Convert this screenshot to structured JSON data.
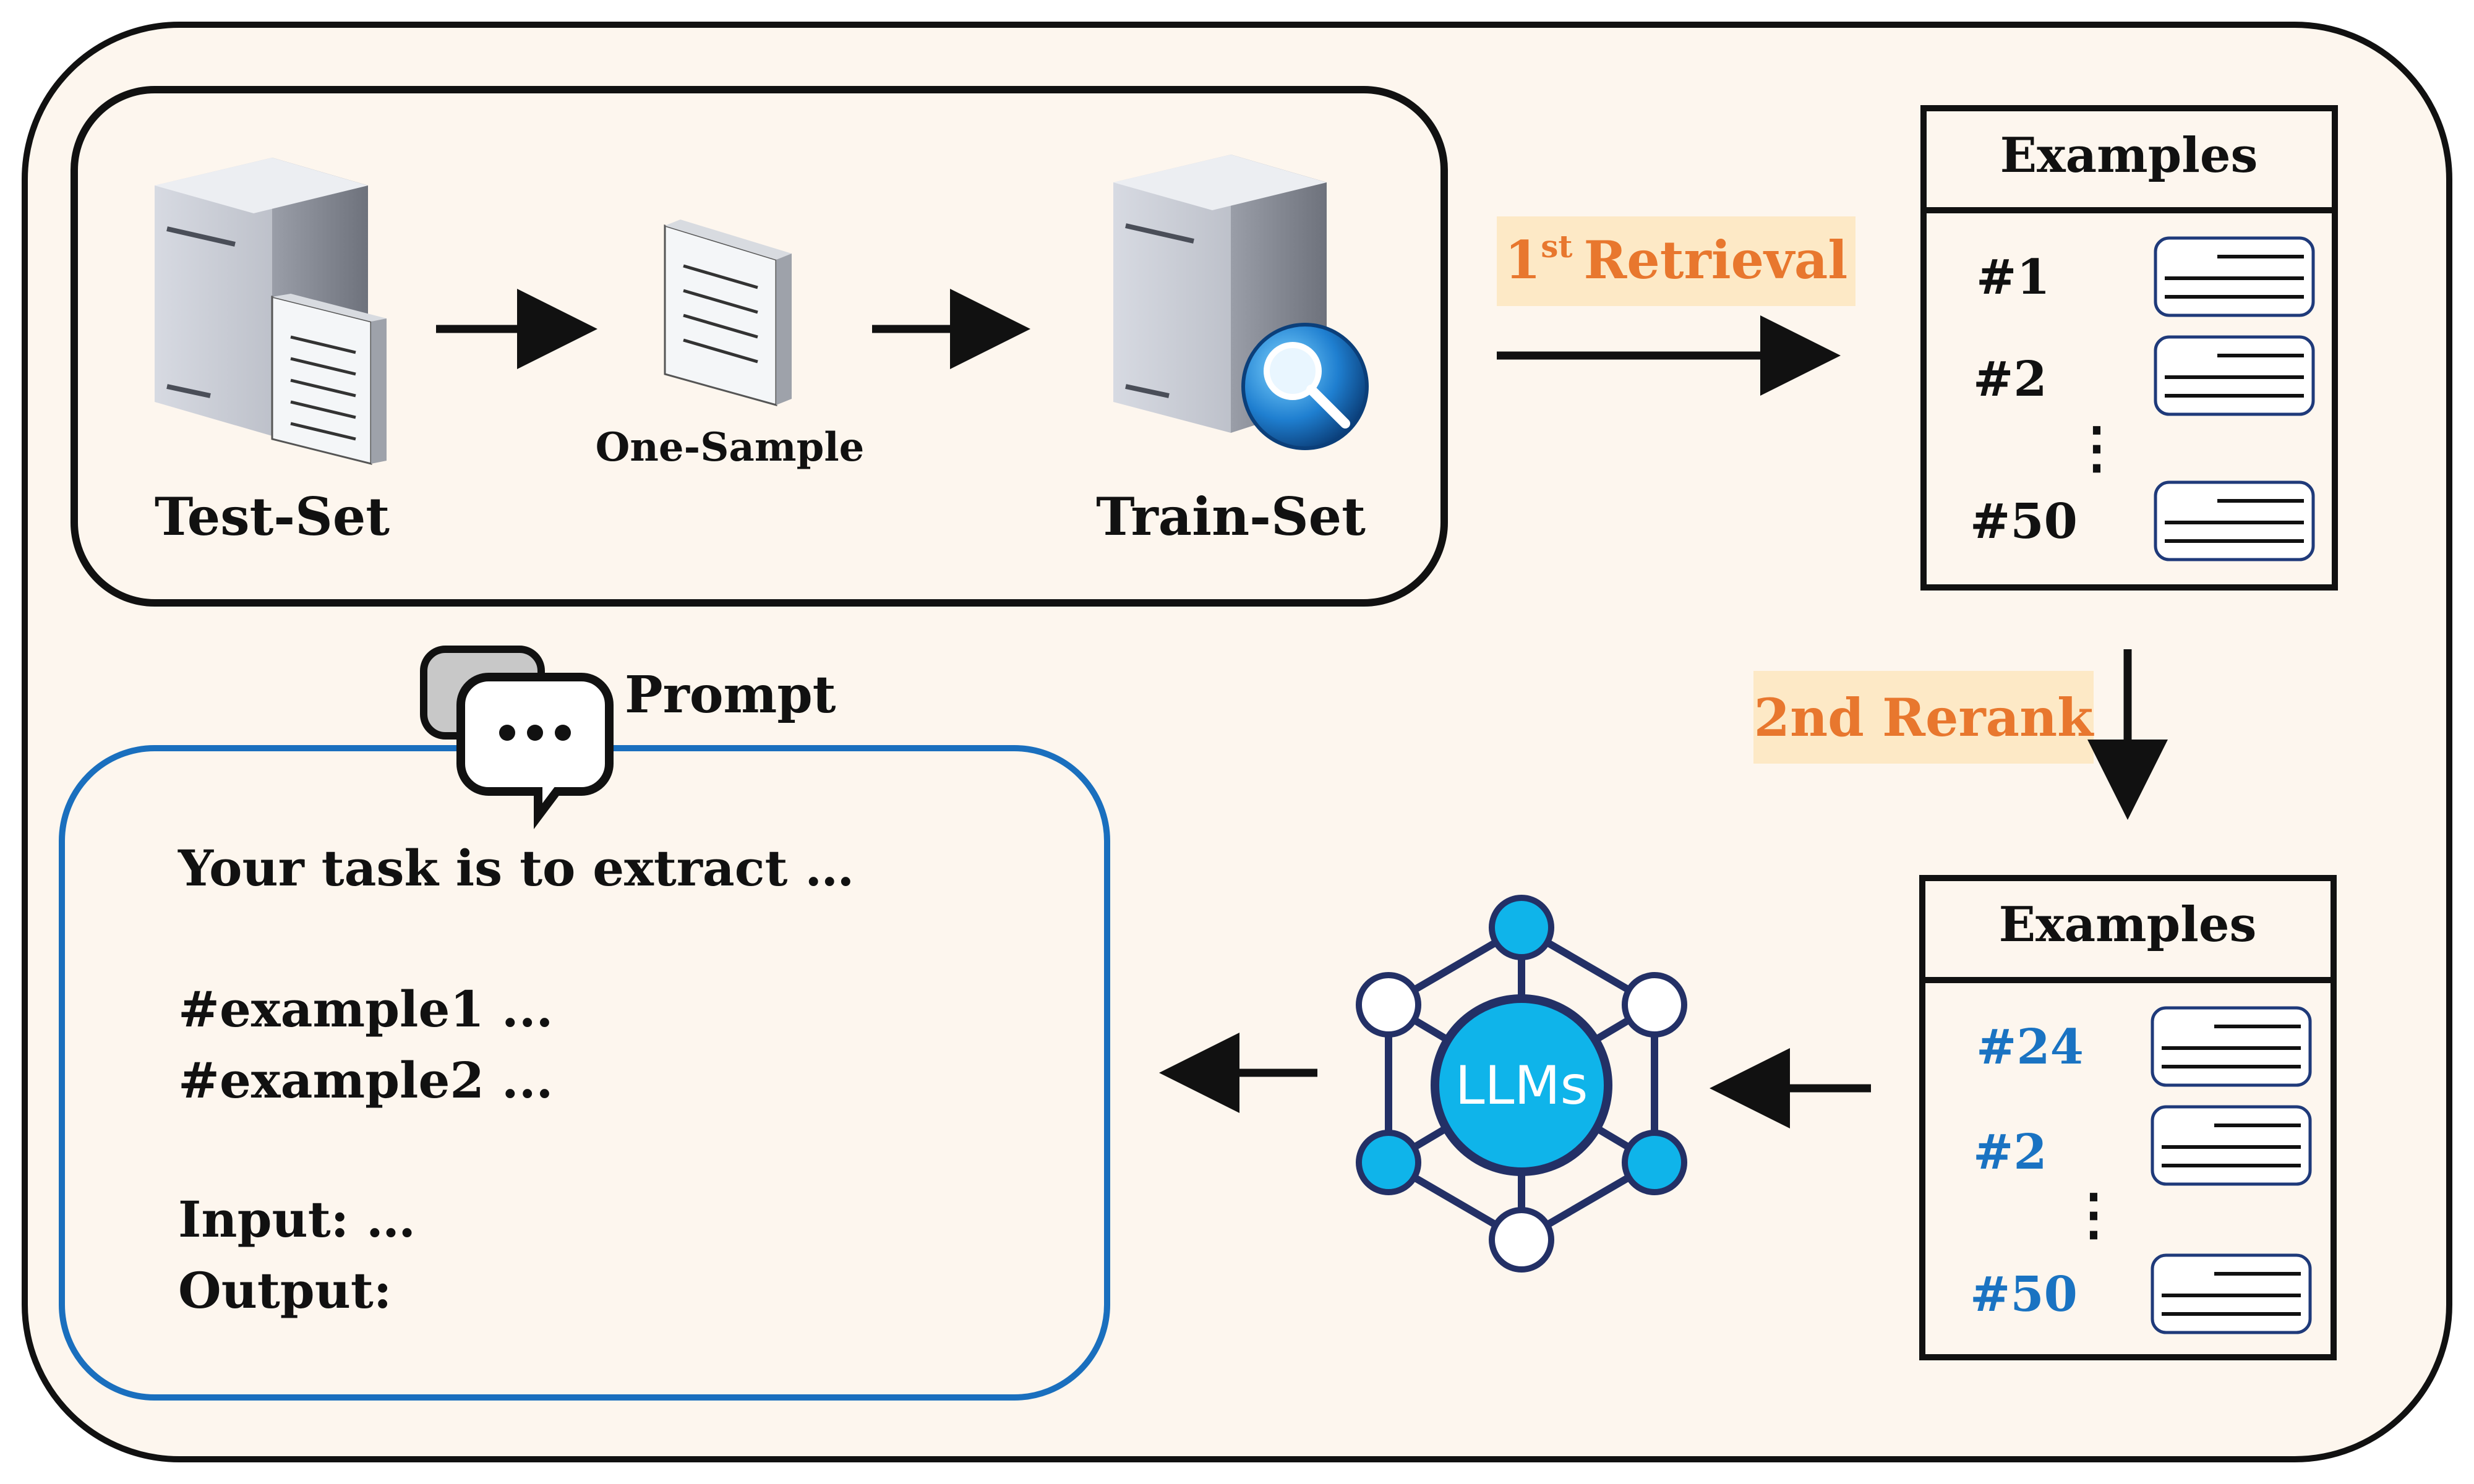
{
  "pipeline": {
    "test_set": "Test-Set",
    "one_sample": "One-Sample",
    "train_set": "Train-Set"
  },
  "retrieval": {
    "label_main": "Retrieval",
    "label_ordinal": "1",
    "label_sup": "st"
  },
  "examples_top": {
    "title": "Examples",
    "items": [
      "#1",
      "#2",
      "#50"
    ],
    "ellipsis": "⋮"
  },
  "rerank": {
    "label": "2nd Rerank"
  },
  "examples_bottom": {
    "title": "Examples",
    "items": [
      "#24",
      "#2",
      "#50"
    ],
    "ellipsis": "⋮"
  },
  "llm": {
    "label": "LLMs"
  },
  "prompt": {
    "title": "Prompt",
    "task": "Your task is to extract …",
    "example1": "#example1 ...",
    "example2": "#example2 ...",
    "input": "Input: …",
    "output": "Output:"
  },
  "colors": {
    "background": "#fdf6ee",
    "accent_orange": "#e8772e",
    "label_highlight": "#fde9c6",
    "accent_blue": "#1a73c2",
    "node_cyan": "#0fb4ea",
    "graph_navy": "#233066"
  }
}
